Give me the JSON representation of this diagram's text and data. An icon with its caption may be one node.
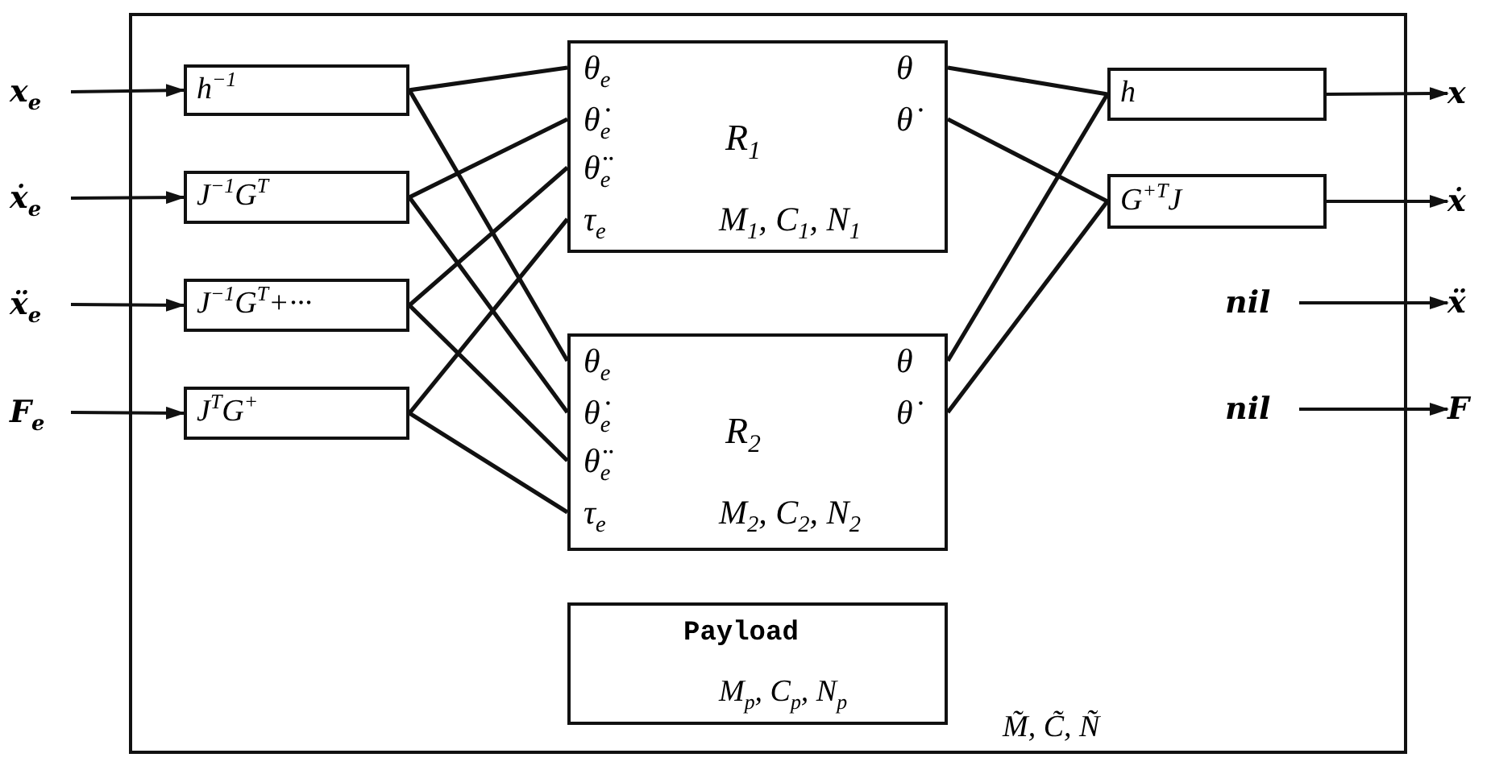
{
  "diagram": {
    "nodes": [
      {
        "text": [
          "M̃, C̃, Ñ"
        ]
      },
      {
        "text": [
          "x$_{e}$"
        ]
      },
      {
        "text": [
          "ẋ$_{e}$"
        ]
      },
      {
        "text": [
          "ẍ$_{e}$"
        ]
      },
      {
        "text": [
          "F$_{e}$"
        ]
      },
      {
        "text": [
          "h$^{−1}$"
        ],
        "in": 0
      },
      {
        "text": [
          "J$^{−1}$G$^{T}$"
        ],
        "in": 0
      },
      {
        "text": [
          "J$^{−1}$G$^{T}$+···"
        ],
        "in": 0
      },
      {
        "text": [
          "J$^{T}$G$^{+}$"
        ],
        "in": 0
      },
      {
        "text": [
          "θ$_{e}$",
          "θ̇$_{e}$",
          "θ̈$_{e}$",
          "τ$_{e}$",
          "θ",
          "θ̇",
          "R$_{1}$",
          "M$_{1}$, C$_{1}$, N$_{1}$"
        ],
        "in": 0
      },
      {
        "text": [
          "θ$_{e}$",
          "θ̇$_{e}$",
          "θ̈$_{e}$",
          "τ$_{e}$",
          "θ",
          "θ̇",
          "R$_{2}$",
          "M$_{2}$, C$_{2}$, N$_{2}$"
        ],
        "in": 0
      },
      {
        "text": [
          "Payload",
          "M$_{p}$, C$_{p}$, N$_{p}$"
        ],
        "in": 0
      },
      {
        "text": [
          "h"
        ],
        "in": 0
      },
      {
        "text": [
          "G$^{+T}$J"
        ],
        "in": 0
      },
      {
        "text": [
          "nil"
        ],
        "in": 0
      },
      {
        "text": [
          "nil"
        ],
        "in": 0
      },
      {
        "text": [
          "x"
        ]
      },
      {
        "text": [
          "ẋ"
        ]
      },
      {
        "text": [
          "ẍ"
        ]
      },
      {
        "text": [
          "F"
        ]
      }
    ],
    "edges": [
      {
        "from": 1,
        "to": 5,
        "arrow": "to"
      },
      {
        "from": 2,
        "to": 6,
        "arrow": "to"
      },
      {
        "from": 3,
        "to": 7,
        "arrow": "to"
      },
      {
        "from": 4,
        "to": 8,
        "arrow": "to"
      },
      {
        "from": 5,
        "to": 9,
        "arrow": "none"
      },
      {
        "from": 5,
        "to": 10,
        "arrow": "none"
      },
      {
        "from": 6,
        "to": 9,
        "arrow": "none"
      },
      {
        "from": 6,
        "to": 10,
        "arrow": "none"
      },
      {
        "from": 7,
        "to": 9,
        "arrow": "none"
      },
      {
        "from": 7,
        "to": 10,
        "arrow": "none"
      },
      {
        "from": 8,
        "to": 9,
        "arrow": "none"
      },
      {
        "from": 8,
        "to": 10,
        "arrow": "none"
      },
      {
        "from": 9,
        "to": 12,
        "arrow": "none"
      },
      {
        "from": 9,
        "to": 13,
        "arrow": "none"
      },
      {
        "from": 10,
        "to": 12,
        "arrow": "none"
      },
      {
        "from": 10,
        "to": 13,
        "arrow": "none"
      },
      {
        "from": 12,
        "to": 16,
        "arrow": "to"
      },
      {
        "from": 13,
        "to": 17,
        "arrow": "to"
      },
      {
        "from": 14,
        "to": 18,
        "arrow": "to"
      },
      {
        "from": 15,
        "to": 19,
        "arrow": "to"
      }
    ]
  }
}
